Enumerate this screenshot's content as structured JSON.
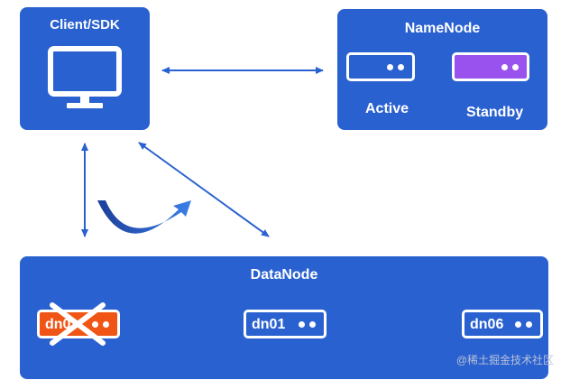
{
  "colors": {
    "panel": "#2a61d0",
    "arrow": "#2a61d0",
    "standby": "#9a52ee",
    "failed": "#f05515",
    "text": "#ffffff"
  },
  "client": {
    "title": "Client/SDK",
    "icon": "monitor-icon"
  },
  "namenode": {
    "title": "NameNode",
    "active_label": "Active",
    "standby_label": "Standby"
  },
  "datanode": {
    "title": "DataNode",
    "nodes": [
      {
        "label": "dn0",
        "status": "failed"
      },
      {
        "label": "dn01",
        "status": "ok"
      },
      {
        "label": "dn06",
        "status": "ok"
      }
    ]
  },
  "watermark": "@稀土掘金技术社区"
}
